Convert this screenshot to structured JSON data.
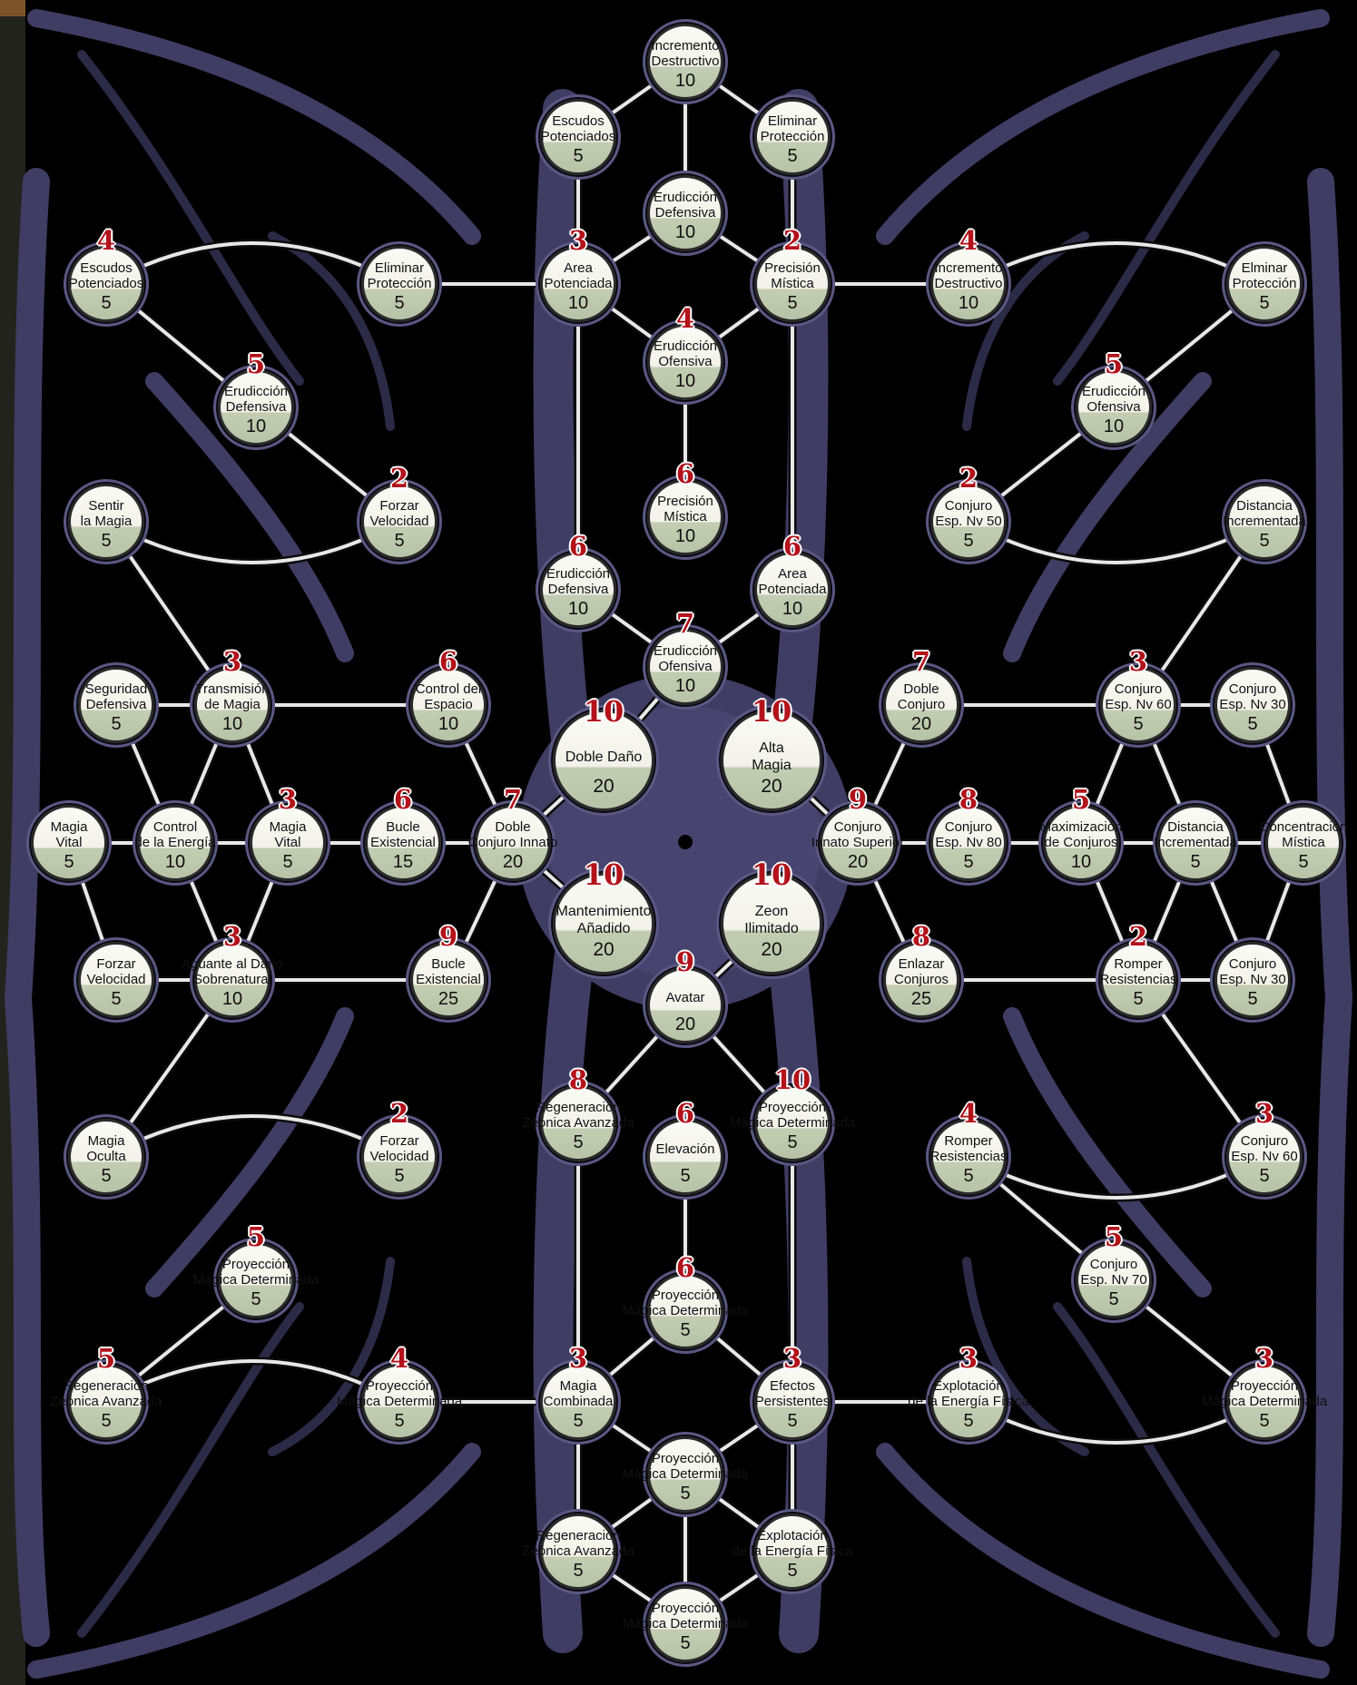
{
  "tree": {
    "nodes": [
      {
        "id": "n01",
        "label": "Incremento\nDestructivo",
        "cost": "10",
        "level": ""
      },
      {
        "id": "n02",
        "label": "Escudos\nPotenciados",
        "cost": "5",
        "level": ""
      },
      {
        "id": "n03",
        "label": "Eliminar\nProtección",
        "cost": "5",
        "level": ""
      },
      {
        "id": "n04",
        "label": "Erudicción\nDefensiva",
        "cost": "10",
        "level": ""
      },
      {
        "id": "n05",
        "label": "Area\nPotenciada",
        "cost": "10",
        "level": "3"
      },
      {
        "id": "n06",
        "label": "Precisión\nMística",
        "cost": "5",
        "level": "2"
      },
      {
        "id": "n07",
        "label": "Erudicción\nOfensiva",
        "cost": "10",
        "level": "4"
      },
      {
        "id": "n08",
        "label": "Precisión\nMística",
        "cost": "10",
        "level": "6"
      },
      {
        "id": "n09",
        "label": "Erudicción\nDefensiva",
        "cost": "10",
        "level": "6"
      },
      {
        "id": "n10",
        "label": "Area\nPotenciada",
        "cost": "10",
        "level": "6"
      },
      {
        "id": "n11",
        "label": "Erudicción\nOfensiva",
        "cost": "10",
        "level": "7"
      },
      {
        "id": "n12",
        "label": "Escudos\nPotenciados",
        "cost": "5",
        "level": "4"
      },
      {
        "id": "n13",
        "label": "Eliminar\nProtección",
        "cost": "5",
        "level": ""
      },
      {
        "id": "n14",
        "label": "Erudicción\nDefensiva",
        "cost": "10",
        "level": "5"
      },
      {
        "id": "n15",
        "label": "Sentir\nla Magia",
        "cost": "5",
        "level": ""
      },
      {
        "id": "n16",
        "label": "Forzar\nVelocidad",
        "cost": "5",
        "level": "2"
      },
      {
        "id": "n17",
        "label": "Incremento\nDestructivo",
        "cost": "10",
        "level": "4"
      },
      {
        "id": "n18",
        "label": "Elminar\nProtección",
        "cost": "5",
        "level": ""
      },
      {
        "id": "n19",
        "label": "Erudicción\nOfensiva",
        "cost": "10",
        "level": "5"
      },
      {
        "id": "n20",
        "label": "Conjuro\nEsp. Nv 50",
        "cost": "5",
        "level": "2"
      },
      {
        "id": "n21",
        "label": "Distancia\nIncrementada",
        "cost": "5",
        "level": ""
      },
      {
        "id": "n22",
        "label": "Seguridad\nDefensiva",
        "cost": "5",
        "level": ""
      },
      {
        "id": "n23",
        "label": "Transmisión\nde Magia",
        "cost": "10",
        "level": "3"
      },
      {
        "id": "n24",
        "label": "Control del\nEspacio",
        "cost": "10",
        "level": "6"
      },
      {
        "id": "n25",
        "label": "Magia\nVital",
        "cost": "5",
        "level": ""
      },
      {
        "id": "n26",
        "label": "Control\nde la Energía",
        "cost": "10",
        "level": ""
      },
      {
        "id": "n27",
        "label": "Magia\nVital",
        "cost": "5",
        "level": "3"
      },
      {
        "id": "n28",
        "label": "Bucle\nExistencial",
        "cost": "15",
        "level": "6"
      },
      {
        "id": "n29",
        "label": "Doble\nConjuro Innato",
        "cost": "20",
        "level": "7"
      },
      {
        "id": "n30",
        "label": "Forzar\nVelocidad",
        "cost": "5",
        "level": ""
      },
      {
        "id": "n31",
        "label": "Aguante al Daño\nSobrenatural",
        "cost": "10",
        "level": "3"
      },
      {
        "id": "n32",
        "label": "Bucle\nExistencial",
        "cost": "25",
        "level": "9"
      },
      {
        "id": "n33",
        "label": "Doble Daño",
        "cost": "20",
        "level": "10",
        "big": true
      },
      {
        "id": "n34",
        "label": "Alta\nMagia",
        "cost": "20",
        "level": "10",
        "big": true
      },
      {
        "id": "n35",
        "label": "Mantenimiento\nAñadido",
        "cost": "20",
        "level": "10",
        "big": true
      },
      {
        "id": "n36",
        "label": "Zeon\nIlimitado",
        "cost": "20",
        "level": "10",
        "big": true
      },
      {
        "id": "n37",
        "label": "Avatar",
        "cost": "20",
        "level": "9"
      },
      {
        "id": "n38",
        "label": "Doble\nConjuro",
        "cost": "20",
        "level": "7"
      },
      {
        "id": "n39",
        "label": "Conjuro\nEsp. Nv 60",
        "cost": "5",
        "level": "3"
      },
      {
        "id": "n40",
        "label": "Conjuro\nEsp. Nv 30",
        "cost": "5",
        "level": ""
      },
      {
        "id": "n41",
        "label": "Conjuro\nInnato Superior",
        "cost": "20",
        "level": "9"
      },
      {
        "id": "n42",
        "label": "Conjuro\nEsp. Nv 80",
        "cost": "5",
        "level": "8"
      },
      {
        "id": "n43",
        "label": "Maximización\nde Conjuros",
        "cost": "10",
        "level": "5"
      },
      {
        "id": "n44",
        "label": "Distancia\nIncrementada",
        "cost": "5",
        "level": ""
      },
      {
        "id": "n45",
        "label": "Concentración\nMística",
        "cost": "5",
        "level": ""
      },
      {
        "id": "n46",
        "label": "Enlazar\nConjuros",
        "cost": "25",
        "level": "8"
      },
      {
        "id": "n47",
        "label": "Romper\nResistencias",
        "cost": "5",
        "level": "2"
      },
      {
        "id": "n48",
        "label": "Conjuro\nEsp. Nv 30",
        "cost": "5",
        "level": ""
      },
      {
        "id": "n49",
        "label": "Regeneración\nZeónica Avanzada",
        "cost": "5",
        "level": "8"
      },
      {
        "id": "n50",
        "label": "Proyección\nMágica Determinada",
        "cost": "5",
        "level": "10"
      },
      {
        "id": "n51",
        "label": "Magia\nOculta",
        "cost": "5",
        "level": ""
      },
      {
        "id": "n52",
        "label": "Forzar\nVelocidad",
        "cost": "5",
        "level": "2"
      },
      {
        "id": "n53",
        "label": "Elevación",
        "cost": "5",
        "level": "6"
      },
      {
        "id": "n54",
        "label": "Romper\nResistencias",
        "cost": "5",
        "level": "4"
      },
      {
        "id": "n55",
        "label": "Conjuro\nEsp. Nv 60",
        "cost": "5",
        "level": "3"
      },
      {
        "id": "n56",
        "label": "Proyección\nMágica Determinada",
        "cost": "5",
        "level": "5"
      },
      {
        "id": "n57",
        "label": "Proyección\nMágica Determinada",
        "cost": "5",
        "level": "6"
      },
      {
        "id": "n58",
        "label": "Conjuro\nEsp. Nv 70",
        "cost": "5",
        "level": "5"
      },
      {
        "id": "n59",
        "label": "Regeneración\nZeónica Avanzada",
        "cost": "5",
        "level": "5"
      },
      {
        "id": "n60",
        "label": "Proyección\nMágica Determinada",
        "cost": "5",
        "level": "4"
      },
      {
        "id": "n61",
        "label": "Magia\nCombinada",
        "cost": "5",
        "level": "3"
      },
      {
        "id": "n62",
        "label": "Efectos\nPersistentes",
        "cost": "5",
        "level": "3"
      },
      {
        "id": "n63",
        "label": "Explotación\nde la Energía Física",
        "cost": "5",
        "level": "3"
      },
      {
        "id": "n64",
        "label": "Proyección\nMágica Determinada",
        "cost": "5",
        "level": "3"
      },
      {
        "id": "n65",
        "label": "Proyección\nMágica Determinada",
        "cost": "5",
        "level": ""
      },
      {
        "id": "n66",
        "label": "Regeneración\nZeónica Avanzada",
        "cost": "5",
        "level": ""
      },
      {
        "id": "n67",
        "label": "Explotación\nde la Energía Física",
        "cost": "5",
        "level": ""
      },
      {
        "id": "n68",
        "label": "Proyección\nMágica Determinada",
        "cost": "5",
        "level": ""
      }
    ],
    "links": [
      [
        "n01",
        "n02"
      ],
      [
        "n01",
        "n03"
      ],
      [
        "n01",
        "n04"
      ],
      [
        "n02",
        "n05"
      ],
      [
        "n03",
        "n06"
      ],
      [
        "n04",
        "n05"
      ],
      [
        "n04",
        "n06"
      ],
      [
        "n05",
        "n07"
      ],
      [
        "n06",
        "n07"
      ],
      [
        "n07",
        "n08"
      ],
      [
        "n05",
        "n09"
      ],
      [
        "n06",
        "n10"
      ],
      [
        "n09",
        "n11"
      ],
      [
        "n10",
        "n11"
      ],
      [
        "n13",
        "n05"
      ],
      [
        "n06",
        "n17"
      ],
      [
        "n12",
        "n14"
      ],
      [
        "n14",
        "n16"
      ],
      [
        "n18",
        "n19"
      ],
      [
        "n19",
        "n20"
      ],
      [
        "n15",
        "n23"
      ],
      [
        "n21",
        "n39"
      ],
      [
        "n22",
        "n23"
      ],
      [
        "n23",
        "n24"
      ],
      [
        "n22",
        "n26"
      ],
      [
        "n23",
        "n26"
      ],
      [
        "n23",
        "n27"
      ],
      [
        "n25",
        "n26"
      ],
      [
        "n26",
        "n27"
      ],
      [
        "n27",
        "n28"
      ],
      [
        "n28",
        "n29"
      ],
      [
        "n24",
        "n29"
      ],
      [
        "n29",
        "n32"
      ],
      [
        "n25",
        "n30"
      ],
      [
        "n30",
        "n31"
      ],
      [
        "n26",
        "n31"
      ],
      [
        "n27",
        "n31"
      ],
      [
        "n31",
        "n32"
      ],
      [
        "n31",
        "n51"
      ],
      [
        "n11",
        "n33"
      ],
      [
        "n29",
        "n33"
      ],
      [
        "n35",
        "n29"
      ],
      [
        "n34",
        "n41"
      ],
      [
        "n41",
        "n38"
      ],
      [
        "n38",
        "n39"
      ],
      [
        "n39",
        "n40"
      ],
      [
        "n41",
        "n42"
      ],
      [
        "n42",
        "n43"
      ],
      [
        "n39",
        "n43"
      ],
      [
        "n39",
        "n44"
      ],
      [
        "n40",
        "n45"
      ],
      [
        "n43",
        "n44"
      ],
      [
        "n44",
        "n45"
      ],
      [
        "n43",
        "n47"
      ],
      [
        "n44",
        "n47"
      ],
      [
        "n45",
        "n48"
      ],
      [
        "n44",
        "n48"
      ],
      [
        "n47",
        "n48"
      ],
      [
        "n41",
        "n46"
      ],
      [
        "n46",
        "n47"
      ],
      [
        "n47",
        "n55"
      ],
      [
        "n36",
        "n37"
      ],
      [
        "n37",
        "n49"
      ],
      [
        "n37",
        "n50"
      ],
      [
        "n49",
        "n61"
      ],
      [
        "n50",
        "n62"
      ],
      [
        "n53",
        "n57"
      ],
      [
        "n57",
        "n61"
      ],
      [
        "n57",
        "n62"
      ],
      [
        "n56",
        "n59"
      ],
      [
        "n60",
        "n61"
      ],
      [
        "n62",
        "n63"
      ],
      [
        "n61",
        "n65"
      ],
      [
        "n62",
        "n65"
      ],
      [
        "n61",
        "n66"
      ],
      [
        "n62",
        "n67"
      ],
      [
        "n65",
        "n66"
      ],
      [
        "n65",
        "n67"
      ],
      [
        "n65",
        "n68"
      ],
      [
        "n66",
        "n68"
      ],
      [
        "n67",
        "n68"
      ],
      [
        "n54",
        "n58"
      ],
      [
        "n58",
        "n64"
      ]
    ],
    "arcs": [
      [
        "n12",
        "n13"
      ],
      [
        "n15",
        "n16"
      ],
      [
        "n17",
        "n18"
      ],
      [
        "n20",
        "n21"
      ],
      [
        "n51",
        "n52"
      ],
      [
        "n54",
        "n55"
      ],
      [
        "n59",
        "n60"
      ],
      [
        "n63",
        "n64"
      ]
    ],
    "colors": {
      "frame": "#3f3d63",
      "frame_light": "#5c5a86",
      "link": "#e8e8e8",
      "level": "#b3121a",
      "node_bottom": "#b7c3a6"
    }
  }
}
